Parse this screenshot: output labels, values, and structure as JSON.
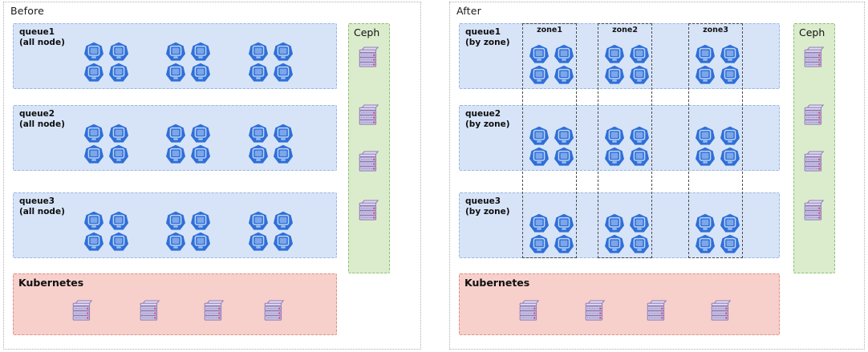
{
  "colors": {
    "queue_fill": "#d7e4f8",
    "queue_border": "#9bb6e0",
    "ceph_fill": "#dbeccd",
    "ceph_border": "#8bbf6c",
    "k8s_fill": "#f7cfcb",
    "k8s_border": "#e08f86",
    "node_blue": "#2f6fd8",
    "node_blue_dark": "#1f57bb",
    "rack_fill": "#cfc9e8",
    "rack_border": "#8d7bb5",
    "rack_accent": "#c94f7c",
    "frame_border": "#b0b0b0"
  },
  "panels": [
    {
      "id": "before",
      "title": "Before",
      "queues": [
        {
          "name": "queue1",
          "mode": "(all node)",
          "groups": 3,
          "nodes_per_group": 4
        },
        {
          "name": "queue2",
          "mode": "(all node)",
          "groups": 3,
          "nodes_per_group": 4
        },
        {
          "name": "queue3",
          "mode": "(all node)",
          "groups": 3,
          "nodes_per_group": 4
        }
      ],
      "zones": [],
      "ceph": {
        "label": "Ceph",
        "racks": 4
      },
      "kubernetes": {
        "label": "Kubernetes",
        "racks": 4
      }
    },
    {
      "id": "after",
      "title": "After",
      "queues": [
        {
          "name": "queue1",
          "mode": "(by zone)",
          "groups": 3,
          "nodes_per_group": 4
        },
        {
          "name": "queue2",
          "mode": "(by zone)",
          "groups": 3,
          "nodes_per_group": 4
        },
        {
          "name": "queue3",
          "mode": "(by zone)",
          "groups": 3,
          "nodes_per_group": 4
        }
      ],
      "zones": [
        {
          "label": "zone1"
        },
        {
          "label": "zone2"
        },
        {
          "label": "zone3"
        }
      ],
      "ceph": {
        "label": "Ceph",
        "racks": 4
      },
      "kubernetes": {
        "label": "Kubernetes",
        "racks": 4
      }
    }
  ],
  "icons": {
    "node": "kubernetes-node-icon",
    "rack": "server-rack-icon"
  }
}
